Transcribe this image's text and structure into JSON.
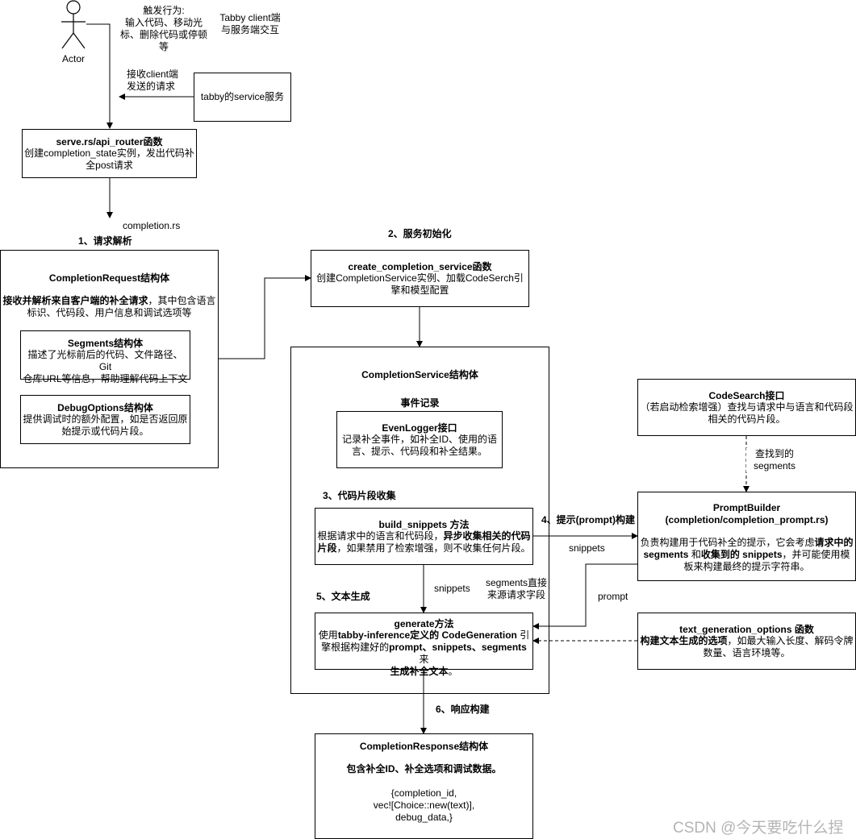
{
  "actor": {
    "label": "Actor",
    "trigger_lines": [
      "触发行为:",
      "输入代码、移动光",
      "标、删除代码或停顿",
      "等"
    ],
    "interaction_lines": [
      "Tabby client端",
      "与服务端交互"
    ]
  },
  "receive_note": [
    "接收client端",
    "发送的请求"
  ],
  "tabby_service": {
    "label": "tabby的service服务"
  },
  "api_router": {
    "title": "serve.rs/api_router函数",
    "desc_lines": [
      "创建completion_state实例，发出代码补",
      "全post请求"
    ]
  },
  "completion_rs_label": "completion.rs",
  "steps": {
    "s1": "1、请求解析",
    "s2": "2、服务初始化",
    "s3": "3、代码片段收集",
    "s4": "4、提示(prompt)构建",
    "s5": "5、文本生成",
    "s6": "6、响应构建"
  },
  "completion_request": {
    "title": "CompletionRequest结构体",
    "desc_bold": "接收并解析来自客户端的补全请求",
    "desc_rest1": "，其中包含语言",
    "desc_line2": "标识、代码段、用户信息和调试选项等"
  },
  "segments": {
    "title": "Segments结构体",
    "desc_lines": [
      "描述了光标前后的代码、文件路径、Git",
      "仓库URL等信息，帮助理解代码上下文"
    ]
  },
  "debug_options": {
    "title": "DebugOptions结构体",
    "desc_lines": [
      "提供调试时的额外配置，如是否返回原",
      "始提示或代码片段。"
    ]
  },
  "create_service": {
    "title": "create_completion_service函数",
    "desc_lines": [
      "创建CompletionService实例、加载CodeSerch引",
      "擎和模型配置"
    ]
  },
  "completion_service": {
    "title": "CompletionService结构体",
    "event_label": "事件记录"
  },
  "even_logger": {
    "title": "EvenLogger接口",
    "desc_lines": [
      "记录补全事件，如补全ID、使用的语",
      "言、提示、代码段和补全结果。"
    ]
  },
  "build_snippets": {
    "title": "build_snippets 方法",
    "desc_a": "根据请求中的语言和代码段，",
    "desc_b_bold": "异步收集相关的代码",
    "desc_c_bold": "片段",
    "desc_d": "，如果禁用了检索增强，则不收集任何片段。"
  },
  "generate": {
    "title": "generate方法",
    "l1_a": "使用",
    "l1_b_bold": "tabby-inference定义的 CodeGeneration",
    "l1_c": " 引",
    "l2_a": "擎根据构建好的",
    "l2_b_bold": "prompt、snippets、segments",
    "l2_c": "来",
    "l3_bold": "生成补全文本",
    "l3_end": "。"
  },
  "code_search": {
    "title": "CodeSearch接口",
    "desc_lines": [
      "（若启动检索增强）查找与请求中与语言和代码段",
      "相关的代码片段。"
    ]
  },
  "found_segments": [
    "查找到的",
    "segments"
  ],
  "prompt_builder": {
    "title_lines": [
      "PromptBuilder",
      "(completion/completion_prompt.rs)"
    ],
    "l1_a": "负责构建用于代码补全的提示，它会考虑",
    "l1_b_bold": "请求中的",
    "l2_a_bold": "segments",
    "l2_b": " 和",
    "l2_c_bold": "收集到的 snippets",
    "l2_d": "，并可能使用模",
    "l3": "板来构建最终的提示字符串。"
  },
  "text_gen_options": {
    "title": "text_generation_options 函数",
    "l1_a_bold": "构建文本生成的选项",
    "l1_b": "，如最大输入长度、解码令牌",
    "l2": "数量、语言环境等。"
  },
  "edge_labels": {
    "snippets_right": "snippets",
    "snippets_down": "snippets",
    "segments_direct": [
      "segments直接",
      "来源请求字段"
    ],
    "prompt": "prompt"
  },
  "completion_response": {
    "title": "CompletionResponse结构体",
    "summary": "包含补全ID、补全选项和调试数据。",
    "code_lines": [
      "{completion_id,",
      "vec![Choice::new(text)],",
      "debug_data,}"
    ]
  },
  "watermark": "CSDN @今天要吃什么捏"
}
